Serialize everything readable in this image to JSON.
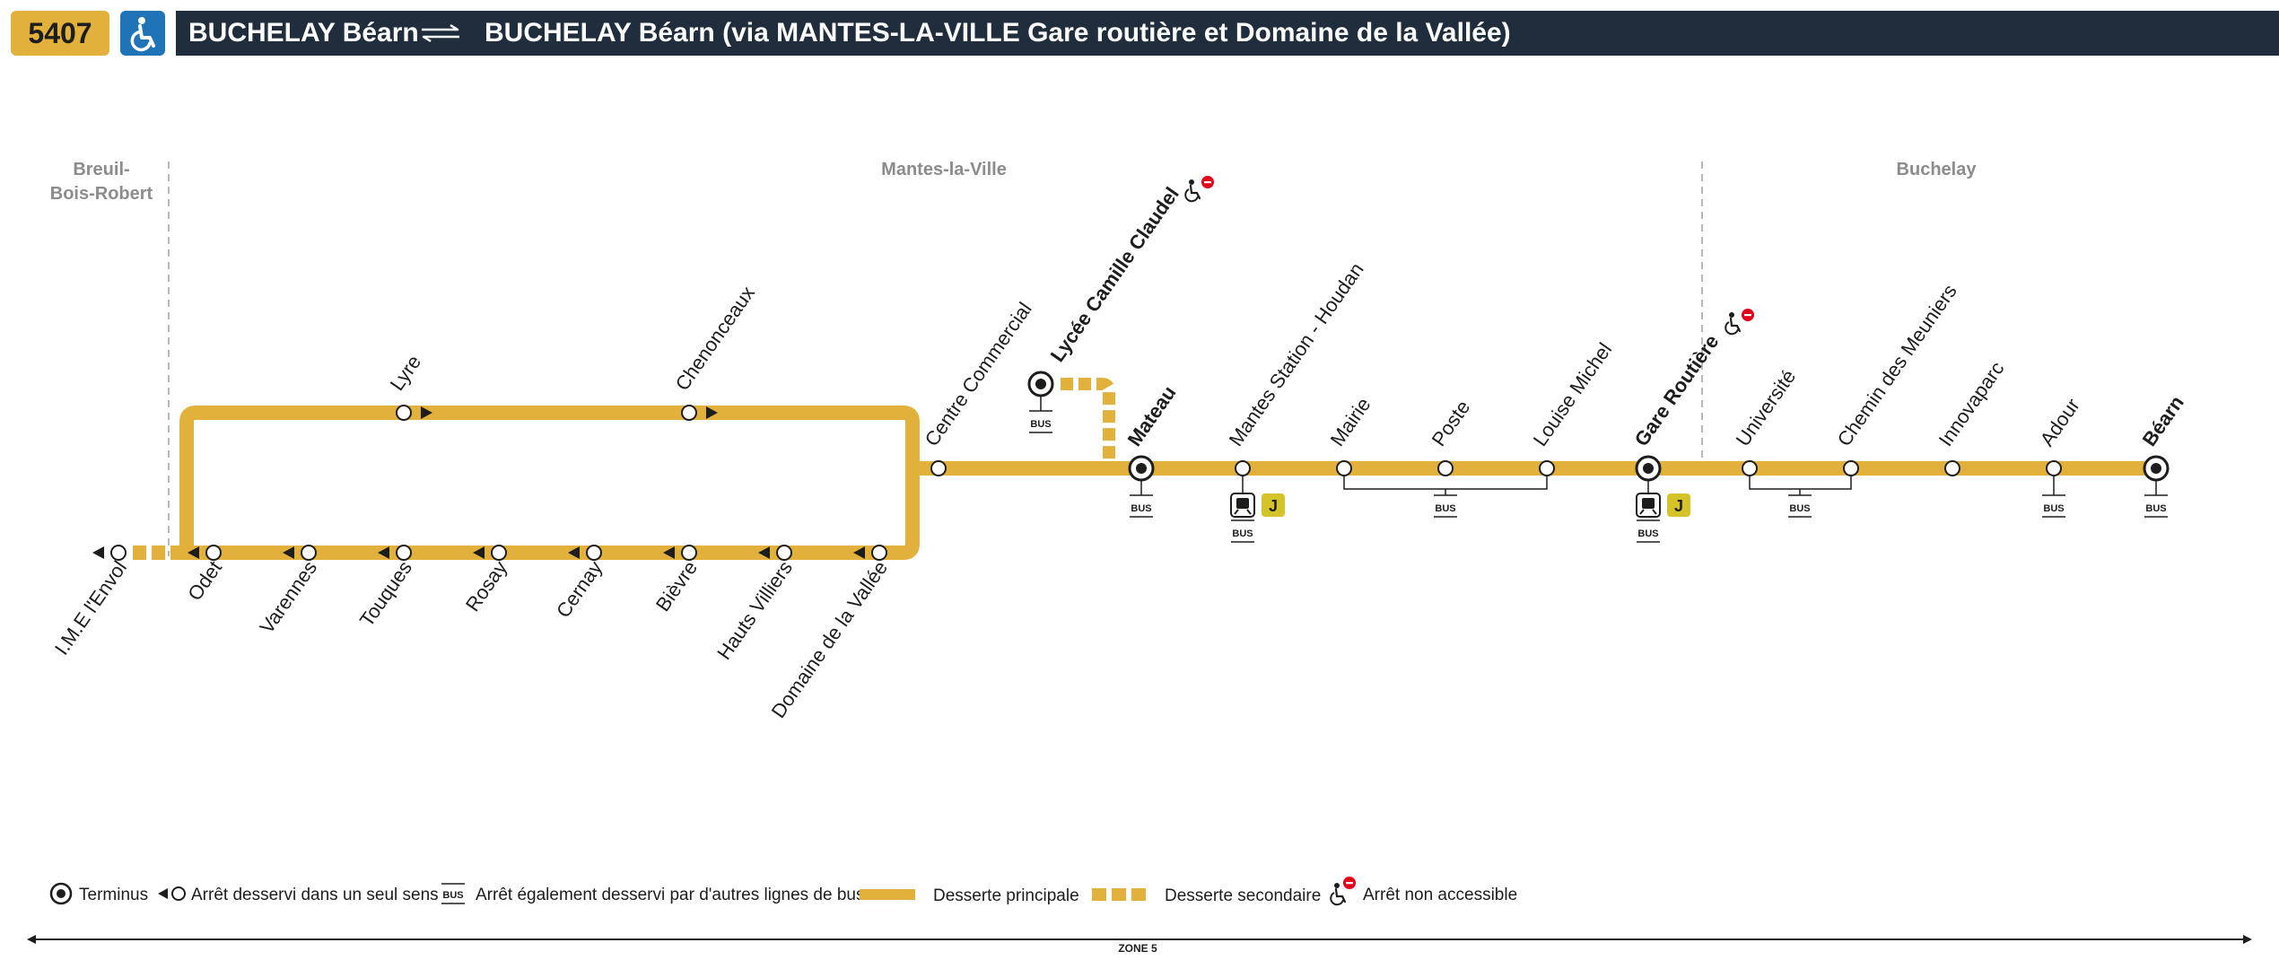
{
  "header": {
    "line_number": "5407",
    "accessible_icon": "wheelchair-icon",
    "from": "BUCHELAY Béarn",
    "direction_icon": "two-way-arrows-icon",
    "to": "BUCHELAY Béarn (via MANTES-LA-VILLE Gare routière et Domaine de la Vallée)"
  },
  "colors": {
    "line": "#e2b13c",
    "title_bar": "#1f2d3d",
    "accessible_badge": "#1f73b7",
    "correspondence_badge": "#d4c42a",
    "not_accessible_dot": "#e3001b"
  },
  "zones": {
    "breuil": "Breuil-\nBois-Robert",
    "mantes": "Mantes-la-Ville",
    "buchelay": "Buchelay"
  },
  "stops": {
    "ime": "I.M.E l'Envol",
    "odet": "Odet",
    "varennes": "Varennes",
    "touques": "Touques",
    "rosay": "Rosay",
    "cernay": "Cernay",
    "bievre": "Bièvre",
    "hauts_villiers": "Hauts Villiers",
    "domaine": "Domaine de la Vallée",
    "lyre": "Lyre",
    "chenonceaux": "Chenonceaux",
    "centre_commercial": "Centre Commercial",
    "lycee": "Lycée Camille Claudel",
    "mateau": "Mateau",
    "mantes_station": "Mantes Station - Houdan",
    "mairie": "Mairie",
    "poste": "Poste",
    "louise_michel": "Louise Michel",
    "gare_routiere": "Gare Routière",
    "universite": "Université",
    "chemin_meuniers": "Chemin des Meuniers",
    "innovaparc": "Innovaparc",
    "adour": "Adour",
    "bearn": "Béarn"
  },
  "badges": {
    "bus": "BUS",
    "j": "J"
  },
  "legend": {
    "terminus": "Terminus",
    "one_way": "Arrêt desservi dans un seul sens",
    "bus_badge": "BUS",
    "other_lines": "Arrêt également desservi par d'autres lignes de bus",
    "main_service": "Desserte principale",
    "secondary_service": "Desserte secondaire",
    "not_accessible": "Arrêt non accessible"
  },
  "zone_bar": "ZONE 5"
}
